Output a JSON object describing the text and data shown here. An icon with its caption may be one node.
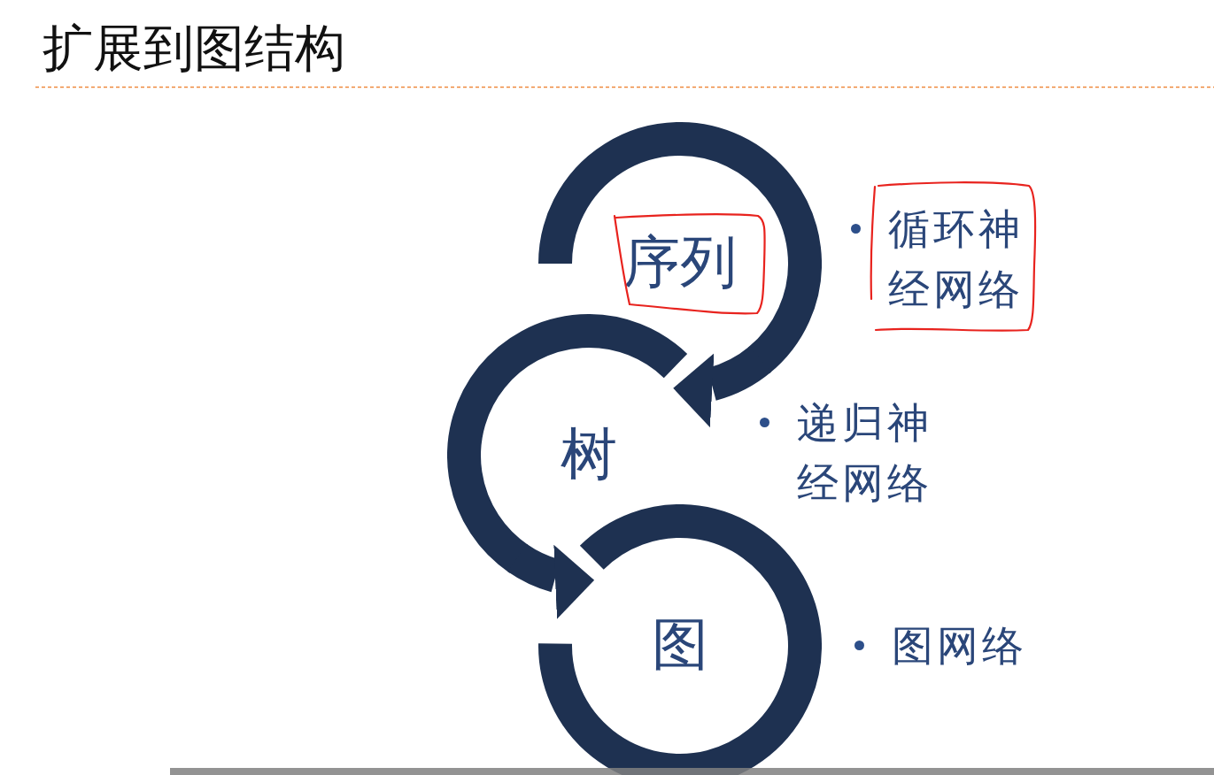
{
  "diagram": {
    "title": "扩展到图结构",
    "nodes": [
      {
        "text": [
          "序列"
        ]
      },
      {
        "text": [
          "树"
        ]
      },
      {
        "text": [
          "图"
        ]
      }
    ],
    "edges": [
      {
        "from": 0,
        "to": 1,
        "arrow": "to"
      },
      {
        "from": 1,
        "to": 2,
        "arrow": "to"
      }
    ],
    "labels": [
      "循环神经网络",
      "递归神经网络",
      "图网络"
    ]
  }
}
